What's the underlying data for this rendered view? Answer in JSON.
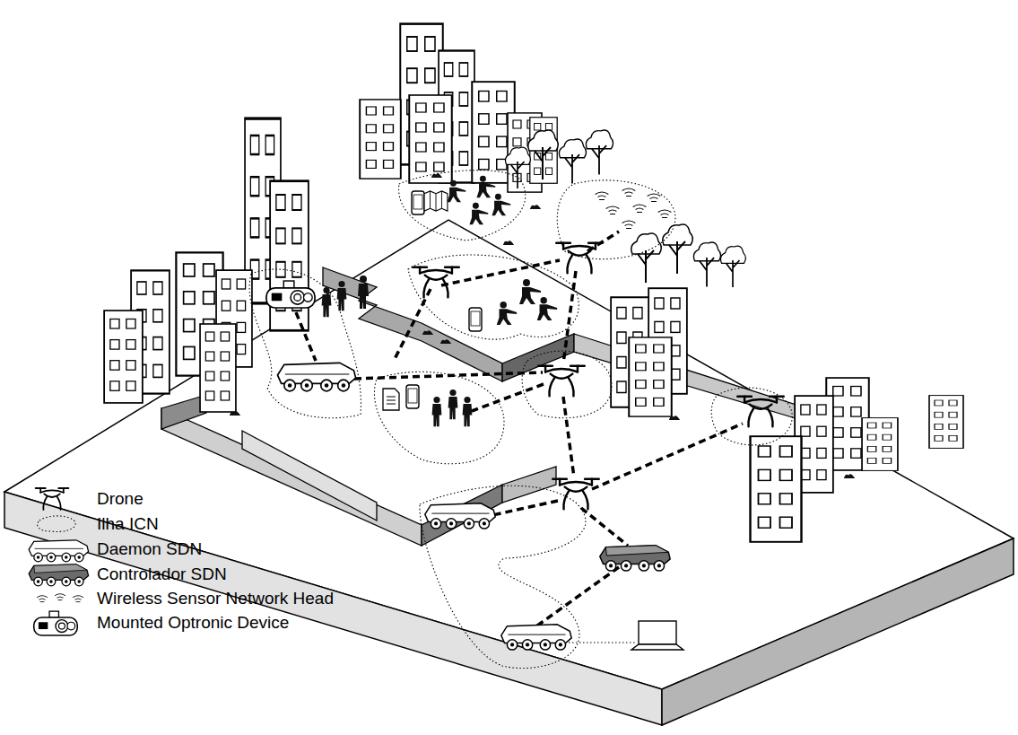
{
  "diagram": {
    "legend": [
      {
        "text": "Drone"
      },
      {
        "text": "Ilha ICN"
      },
      {
        "text": "Daemon SDN"
      },
      {
        "text": "Controlador SDN"
      },
      {
        "text": "Wireless Sensor Network Head"
      },
      {
        "text": "Mounted Optronic Device"
      }
    ]
  }
}
